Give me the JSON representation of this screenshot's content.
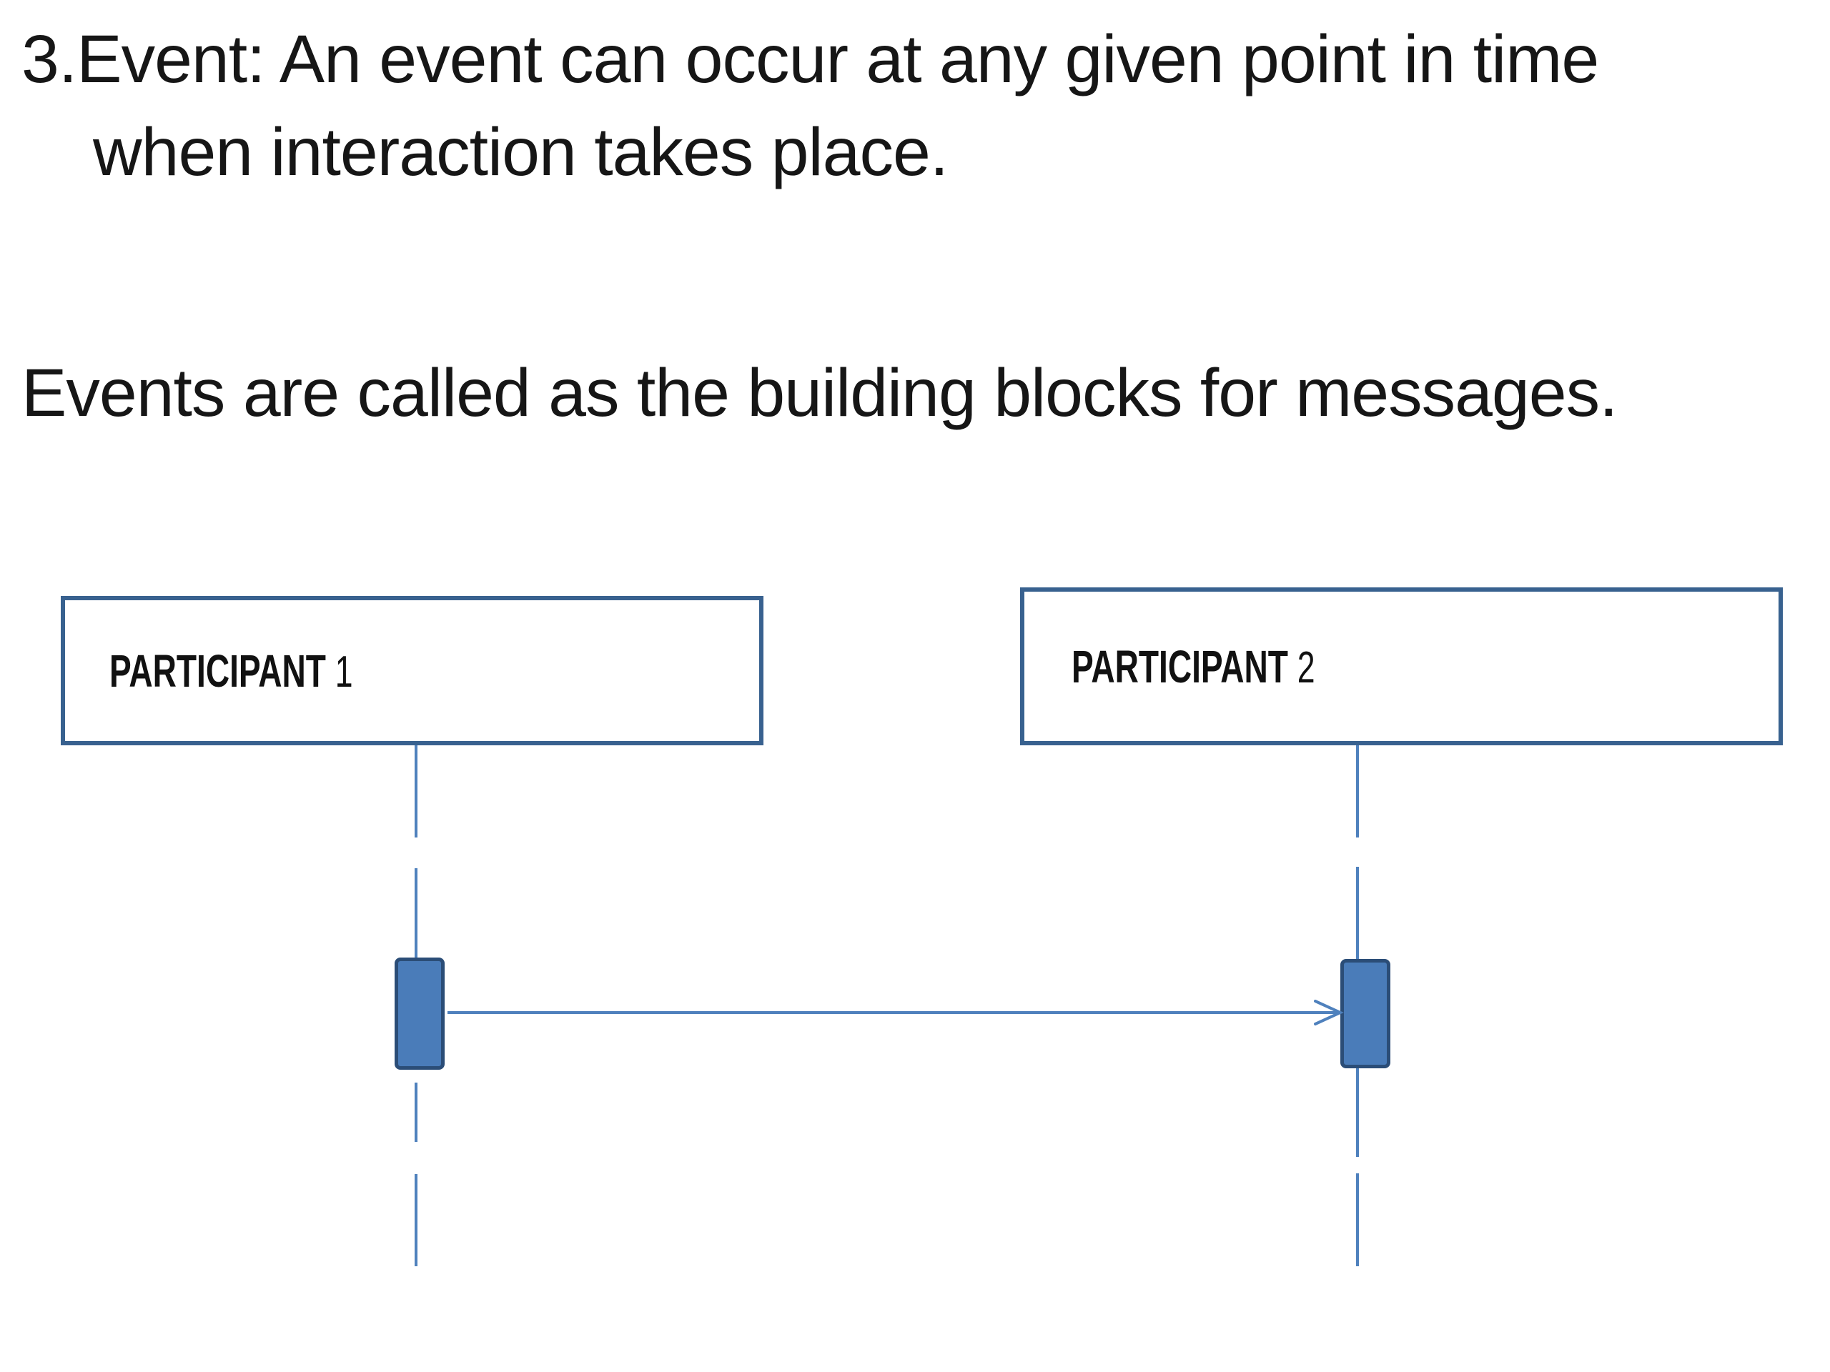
{
  "slide": {
    "paragraph1_line1": "3.Event: An event can occur at any given point in time",
    "paragraph1_line2": "when interaction takes place.",
    "paragraph2": "Events are called as the building blocks for messages."
  },
  "diagram": {
    "type": "uml-sequence-diagram",
    "participants": [
      {
        "name": "PARTICIPANT",
        "number": "1"
      },
      {
        "name": "PARTICIPANT",
        "number": "2"
      }
    ],
    "message": {
      "from": "PARTICIPANT 1",
      "to": "PARTICIPANT 2",
      "label": ""
    },
    "colors": {
      "box_border": "#38618F",
      "lifeline": "#4F81BD",
      "activation_fill": "#4A7CB9",
      "activation_border": "#2B4D77",
      "arrow": "#4F81BD",
      "text": "#161616",
      "background": "#FFFFFF"
    }
  }
}
